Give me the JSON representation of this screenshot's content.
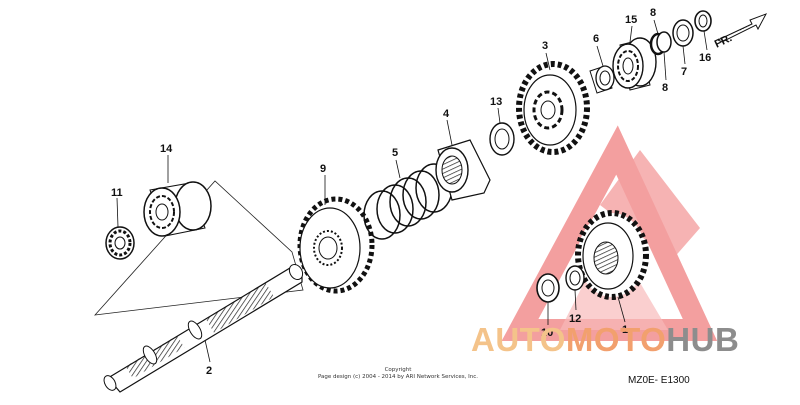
{
  "diagram": {
    "fr_label": "FR.",
    "callouts": {
      "c1": "1",
      "c2": "2",
      "c3": "3",
      "c4": "4",
      "c5": "5",
      "c6": "6",
      "c7": "7",
      "c8a": "8",
      "c8b": "8",
      "c9": "9",
      "c10": "10",
      "c11": "11",
      "c12": "12",
      "c13": "13",
      "c14": "14",
      "c15": "15",
      "c16": "16"
    },
    "copyright_line1": "Copyright",
    "copyright_line2": "Page design (c) 2004 - 2014 by ARI Network Services, Inc.",
    "diagram_code": "MZ0E- E1300"
  },
  "watermark": {
    "part1": "AUTO",
    "part2": "MOTO",
    "part3": "HUB",
    "colors": {
      "auto": "#f4c38a",
      "moto": "#f2a06e",
      "hub": "#8d8d8d",
      "triangle": "#f08080"
    }
  }
}
